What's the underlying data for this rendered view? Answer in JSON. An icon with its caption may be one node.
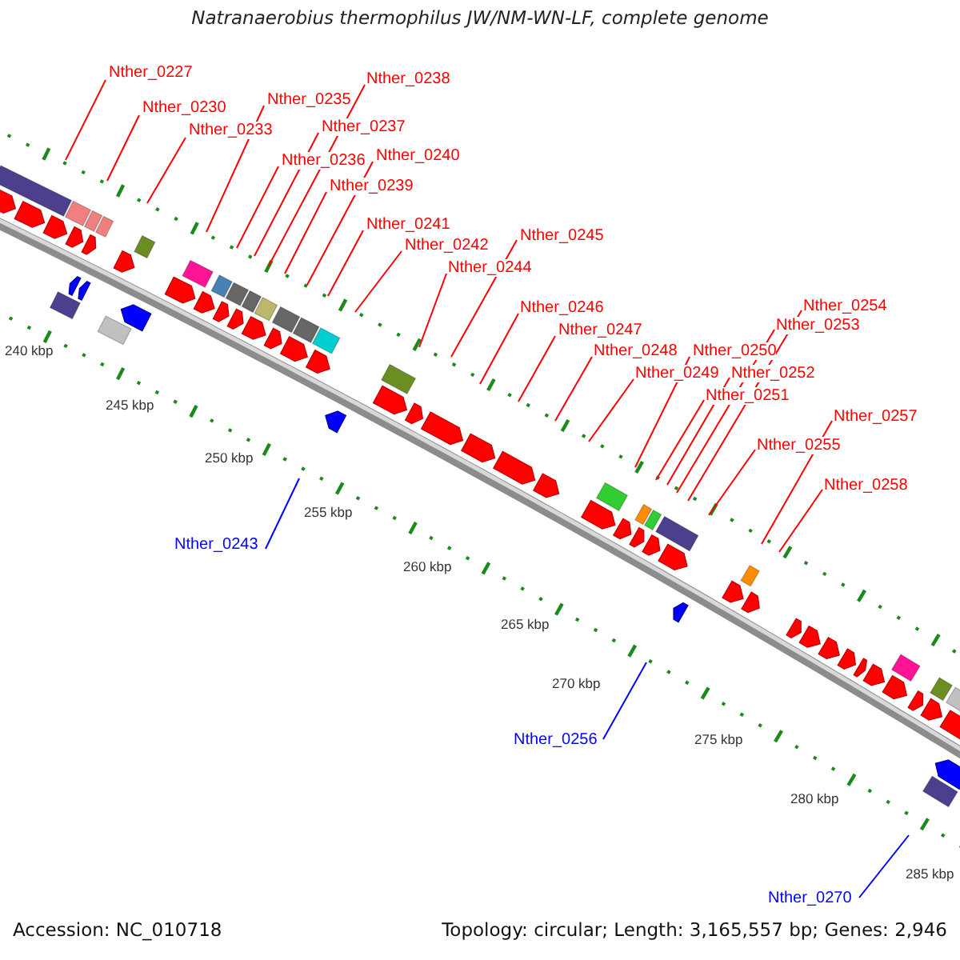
{
  "diagram": {
    "title": "Natranaerobius thermophilus JW/NM-WN-LF, complete genome",
    "nodes": [
      {
        "text": [
          "Nther_0227"
        ]
      },
      {
        "text": [
          "Nther_0230"
        ]
      },
      {
        "text": [
          "Nther_0233"
        ]
      },
      {
        "text": [
          "Nther_0235"
        ]
      },
      {
        "text": [
          "Nther_0236"
        ]
      },
      {
        "text": [
          "Nther_0237"
        ]
      },
      {
        "text": [
          "Nther_0238"
        ]
      },
      {
        "text": [
          "Nther_0239"
        ]
      },
      {
        "text": [
          "Nther_0240"
        ]
      },
      {
        "text": [
          "Nther_0241"
        ]
      },
      {
        "text": [
          "Nther_0242"
        ]
      },
      {
        "text": [
          "Nther_0243"
        ]
      },
      {
        "text": [
          "Nther_0244"
        ]
      },
      {
        "text": [
          "Nther_0245"
        ]
      },
      {
        "text": [
          "Nther_0246"
        ]
      },
      {
        "text": [
          "Nther_0247"
        ]
      },
      {
        "text": [
          "Nther_0248"
        ]
      },
      {
        "text": [
          "Nther_0249"
        ]
      },
      {
        "text": [
          "Nther_0250"
        ]
      },
      {
        "text": [
          "Nther_0251"
        ]
      },
      {
        "text": [
          "Nther_0252"
        ]
      },
      {
        "text": [
          "Nther_0253"
        ]
      },
      {
        "text": [
          "Nther_0254"
        ]
      },
      {
        "text": [
          "Nther_0255"
        ]
      },
      {
        "text": [
          "Nther_0256"
        ]
      },
      {
        "text": [
          "Nther_0257"
        ]
      },
      {
        "text": [
          "Nther_0258"
        ]
      },
      {
        "text": [
          "Nther_0270"
        ]
      }
    ],
    "edges": [
      {
        "from": 0,
        "to": null,
        "arrow": "none"
      },
      {
        "from": 1,
        "to": null,
        "arrow": "none"
      },
      {
        "from": 2,
        "to": null,
        "arrow": "none"
      },
      {
        "from": 3,
        "to": null,
        "arrow": "none"
      },
      {
        "from": 4,
        "to": null,
        "arrow": "none"
      },
      {
        "from": 5,
        "to": null,
        "arrow": "none"
      },
      {
        "from": 6,
        "to": null,
        "arrow": "none"
      },
      {
        "from": 7,
        "to": null,
        "arrow": "none"
      },
      {
        "from": 8,
        "to": null,
        "arrow": "none"
      },
      {
        "from": 9,
        "to": null,
        "arrow": "none"
      },
      {
        "from": 10,
        "to": null,
        "arrow": "none"
      },
      {
        "from": 11,
        "to": null,
        "arrow": "none",
        "color": "#0000ff"
      },
      {
        "from": 12,
        "to": null,
        "arrow": "none"
      },
      {
        "from": 13,
        "to": null,
        "arrow": "none"
      },
      {
        "from": 14,
        "to": null,
        "arrow": "none"
      },
      {
        "from": 15,
        "to": null,
        "arrow": "none"
      },
      {
        "from": 16,
        "to": null,
        "arrow": "none"
      },
      {
        "from": 17,
        "to": null,
        "arrow": "none"
      },
      {
        "from": 18,
        "to": null,
        "arrow": "none"
      },
      {
        "from": 19,
        "to": null,
        "arrow": "none"
      },
      {
        "from": 20,
        "to": null,
        "arrow": "none"
      },
      {
        "from": 21,
        "to": null,
        "arrow": "none"
      },
      {
        "from": 22,
        "to": null,
        "arrow": "none"
      },
      {
        "from": 23,
        "to": null,
        "arrow": "none"
      },
      {
        "from": 24,
        "to": null,
        "arrow": "none",
        "color": "#0000ff"
      },
      {
        "from": 25,
        "to": null,
        "arrow": "none"
      },
      {
        "from": 26,
        "to": null,
        "arrow": "none"
      },
      {
        "from": 27,
        "to": null,
        "arrow": "none",
        "color": "#0000ff"
      }
    ],
    "labels": [
      "240 kbp",
      "245 kbp",
      "250 kbp",
      "255 kbp",
      "260 kbp",
      "265 kbp",
      "270 kbp",
      "275 kbp",
      "280 kbp",
      "285 kbp",
      "Accession: NC_010718",
      "Topology: circular; Length: 3,165,557 bp; Genes: 2,946"
    ]
  }
}
